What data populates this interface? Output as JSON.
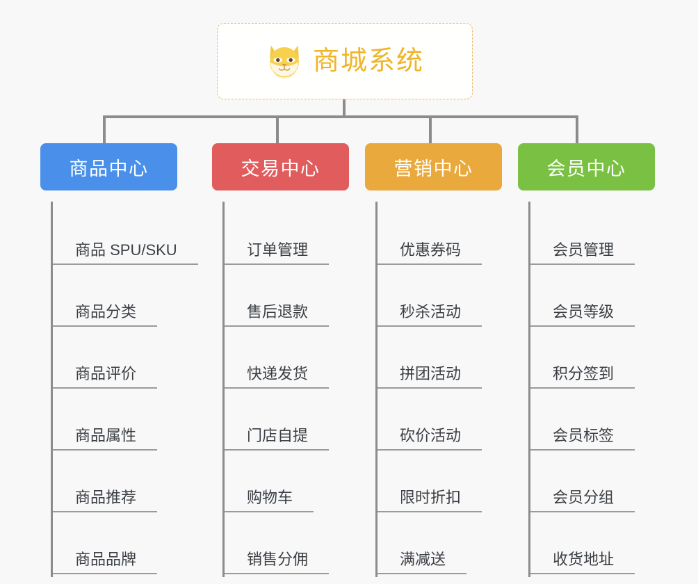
{
  "background_color": "#f8f8f8",
  "root": {
    "title": "商城系统",
    "icon": "shiba-dog-icon",
    "text_color": "#f0b429",
    "border_color": "#e8b964"
  },
  "connector_color": "#8c8c8c",
  "columns": [
    {
      "header": "商品中心",
      "color": "#4a90ea",
      "items": [
        "商品 SPU/SKU",
        "商品分类",
        "商品评价",
        "商品属性",
        "商品推荐",
        "商品品牌"
      ]
    },
    {
      "header": "交易中心",
      "color": "#e15c5c",
      "items": [
        "订单管理",
        "售后退款",
        "快递发货",
        "门店自提",
        "购物车",
        "销售分佣"
      ]
    },
    {
      "header": "营销中心",
      "color": "#eaa93c",
      "items": [
        "优惠券码",
        "秒杀活动",
        "拼团活动",
        "砍价活动",
        "限时折扣",
        "满减送"
      ]
    },
    {
      "header": "会员中心",
      "color": "#7ac143",
      "items": [
        "会员管理",
        "会员等级",
        "积分签到",
        "会员标签",
        "会员分组",
        "收货地址"
      ]
    }
  ]
}
